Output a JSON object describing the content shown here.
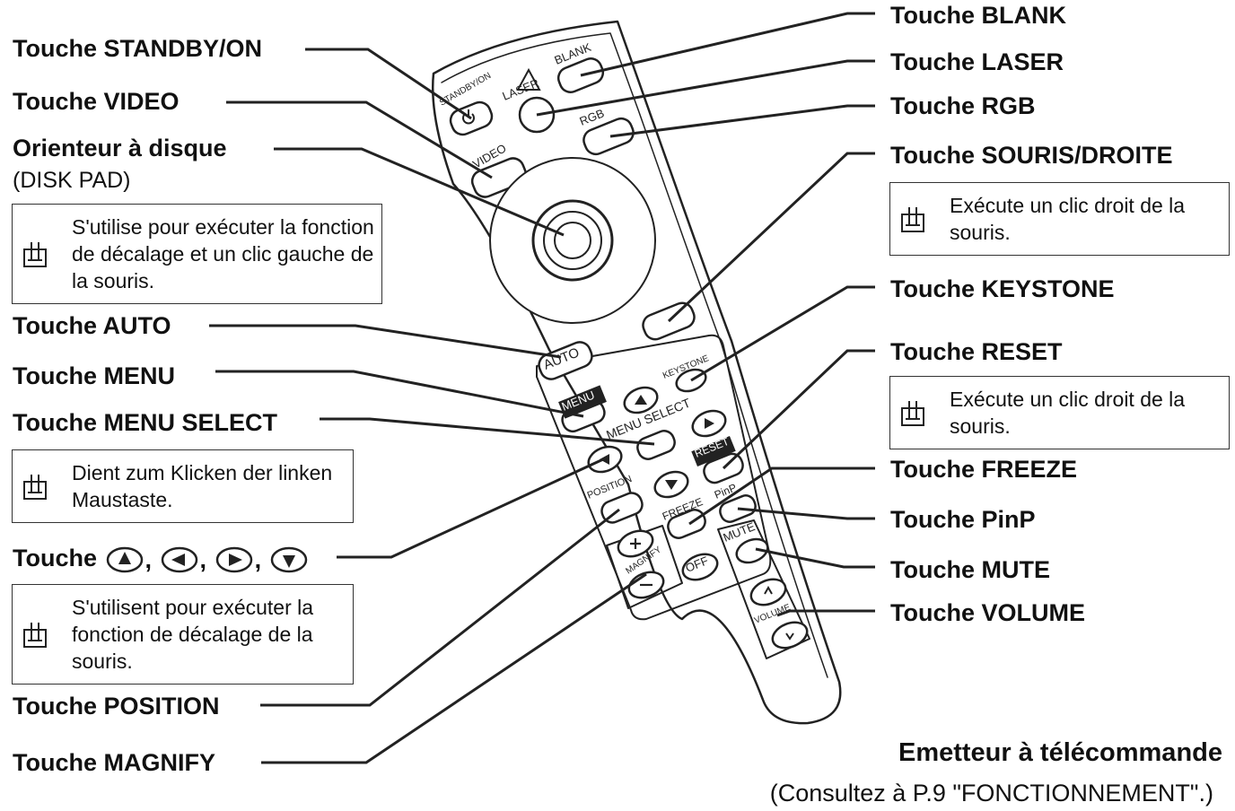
{
  "left_labels": {
    "standby": "Touche STANDBY/ON",
    "video": "Touche VIDEO",
    "disk_pad_title": "Orienteur à disque",
    "disk_pad_sub": "(DISK PAD)",
    "disk_pad_note": "S'utilise pour exécuter la fonction de décalage et un clic gauche de la souris.",
    "auto": "Touche AUTO",
    "menu": "Touche MENU",
    "menu_select": "Touche MENU SELECT",
    "menu_select_note": "Dient zum Klicken der linken Maustaste.",
    "arrows_prefix": "Touche",
    "arrows_note": "S'utilisent pour exécuter la fonction de décalage de la souris.",
    "position": "Touche POSITION",
    "magnify": "Touche MAGNIFY"
  },
  "right_labels": {
    "blank": "Touche BLANK",
    "laser": "Touche LASER",
    "rgb": "Touche RGB",
    "souris_droite": "Touche SOURIS/DROITE",
    "souris_droite_note": "Exécute un clic droit de la souris.",
    "keystone": "Touche KEYSTONE",
    "reset": "Touche RESET",
    "reset_note": "Exécute un clic droit de la souris.",
    "freeze": "Touche FREEZE",
    "pinp": "Touche PinP",
    "mute": "Touche MUTE",
    "volume": "Touche VOLUME"
  },
  "caption": {
    "title": "Emetteur à télécommande",
    "sub": "(Consultez à P.9 \"FONCTIONNEMENT\".)"
  },
  "remote_text": {
    "standby": "STANDBY/ON",
    "blank": "BLANK",
    "laser": "LASER",
    "rgb": "RGB",
    "video": "VIDEO",
    "auto": "AUTO",
    "keystone": "KEYSTONE",
    "menu": "MENU",
    "menu_select": "MENU SELECT",
    "reset": "RESET",
    "position": "POSITION",
    "freeze": "FREEZE",
    "pinp": "PinP",
    "mute": "MUTE",
    "magnify": "MAGNIFY",
    "off": "OFF",
    "volume": "VOLUME"
  },
  "separators": [
    ",",
    ",",
    ","
  ],
  "icons": [
    "mouse-icon",
    "triangle-up-icon",
    "triangle-left-icon",
    "triangle-right-icon",
    "triangle-down-icon",
    "power-icon",
    "laser-icon"
  ]
}
